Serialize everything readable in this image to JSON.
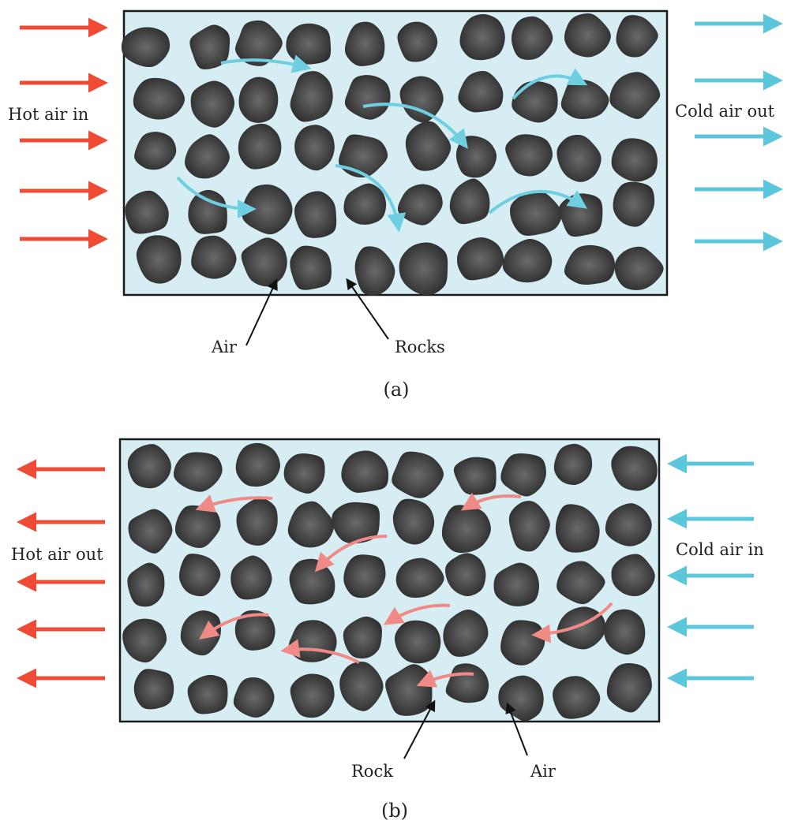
{
  "panel_a": {
    "caption": "(a)",
    "left_label": "Hot air in",
    "right_label": "Cold air out",
    "pointer_labels": {
      "air": "Air",
      "rocks": "Rocks"
    }
  },
  "panel_b": {
    "caption": "(b)",
    "left_label": "Hot air out",
    "right_label": "Cold air in",
    "pointer_labels": {
      "rock": "Rock",
      "air": "Air"
    }
  },
  "colors": {
    "hot_arrow": "#ef4a33",
    "cold_arrow": "#5cc6db",
    "flow_cold": "#6fcfe0",
    "flow_hot": "#f08a86",
    "bed_fill": "#d6eef3",
    "rock": "#3a3a3a",
    "rock_highlight": "#6f6f6f",
    "border": "#1a1a1a"
  }
}
